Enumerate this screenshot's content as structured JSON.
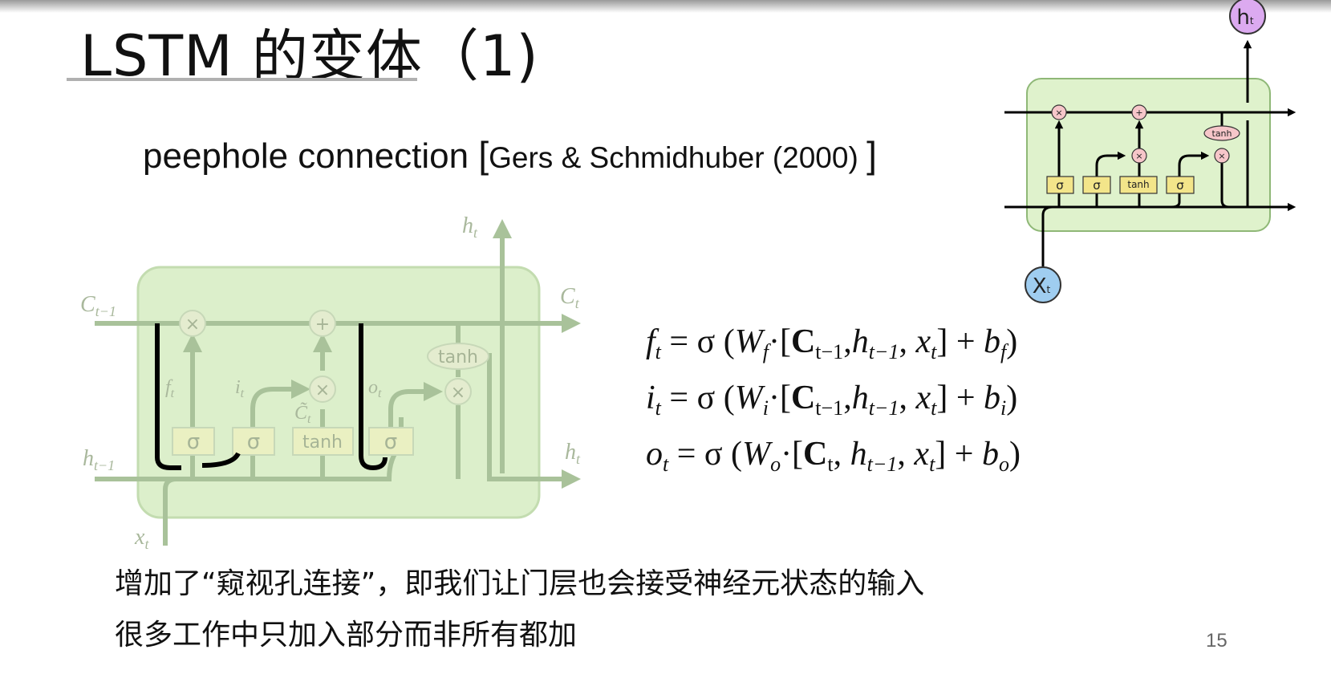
{
  "title": "LSTM 的变体（1)",
  "subtitle": {
    "main": "peephole connection ",
    "open": "[",
    "ref": "Gers & Schmidhuber (2000) ",
    "close": "]"
  },
  "left_diagram": {
    "c_prev": "C",
    "c_prev_sub": "t−1",
    "c_out": "C",
    "c_out_sub": "t",
    "h_prev": "h",
    "h_prev_sub": "t−1",
    "h_out": "h",
    "h_out_sub": "t",
    "h_top": "h",
    "h_top_sub": "t",
    "x_in": "x",
    "x_in_sub": "t",
    "f": "f",
    "f_sub": "t",
    "i": "i",
    "i_sub": "t",
    "o": "o",
    "o_sub": "t",
    "c_tilde": "C̃",
    "c_tilde_sub": "t",
    "gates": [
      "σ",
      "σ",
      "tanh",
      "σ"
    ],
    "tanh": "tanh",
    "mul": "×",
    "add": "+"
  },
  "right_diagram": {
    "h_label": "h",
    "h_sub": "t",
    "x_label": "X",
    "x_sub": "t",
    "gates": [
      "σ",
      "σ",
      "tanh",
      "σ"
    ],
    "tanh": "tanh",
    "mul": "×",
    "add": "+",
    "colors": {
      "cell": "#dff2cc",
      "gate": "#f3e58a",
      "op": "#f6c6c9",
      "h": "#dcaaf0",
      "x": "#9fcdf0"
    }
  },
  "equations": [
    [
      {
        "t": "f",
        "i": 1,
        "sub": "t"
      },
      {
        "t": " = σ ("
      },
      {
        "t": "W",
        "i": 1,
        "sub": "f"
      },
      {
        "t": "·["
      },
      {
        "t": "C",
        "b": 1,
        "sub": "t−1"
      },
      {
        "t": ","
      },
      {
        "t": "h",
        "i": 1,
        "sub": "t−1"
      },
      {
        "t": ", "
      },
      {
        "t": "x",
        "i": 1,
        "sub": "t"
      },
      {
        "t": "]  +  "
      },
      {
        "t": "b",
        "i": 1,
        "sub": "f"
      },
      {
        "t": ")"
      }
    ],
    [
      {
        "t": "i",
        "i": 1,
        "sub": "t"
      },
      {
        "t": " = σ ("
      },
      {
        "t": "W",
        "i": 1,
        "sub": "i"
      },
      {
        "t": "·["
      },
      {
        "t": "C",
        "b": 1,
        "sub": "t−1"
      },
      {
        "t": ","
      },
      {
        "t": "h",
        "i": 1,
        "sub": "t−1"
      },
      {
        "t": ", "
      },
      {
        "t": "x",
        "i": 1,
        "sub": "t"
      },
      {
        "t": "]  +  "
      },
      {
        "t": "b",
        "i": 1,
        "sub": "i"
      },
      {
        "t": ")"
      }
    ],
    [
      {
        "t": "o",
        "i": 1,
        "sub": "t"
      },
      {
        "t": " = σ ("
      },
      {
        "t": "W",
        "i": 1,
        "sub": "o"
      },
      {
        "t": "·["
      },
      {
        "t": "C",
        "b": 1,
        "sub": "t"
      },
      {
        "t": ", "
      },
      {
        "t": "h",
        "i": 1,
        "sub": "t−1"
      },
      {
        "t": ", "
      },
      {
        "t": "x",
        "i": 1,
        "sub": "t"
      },
      {
        "t": "]  +  "
      },
      {
        "t": "b",
        "i": 1,
        "sub": "o"
      },
      {
        "t": ")"
      }
    ]
  ],
  "body_lines": [
    "增加了“窥视孔连接”，即我们让门层也会接受神经元状态的输入",
    "很多工作中只加入部分而非所有都加"
  ],
  "page_number": "15"
}
